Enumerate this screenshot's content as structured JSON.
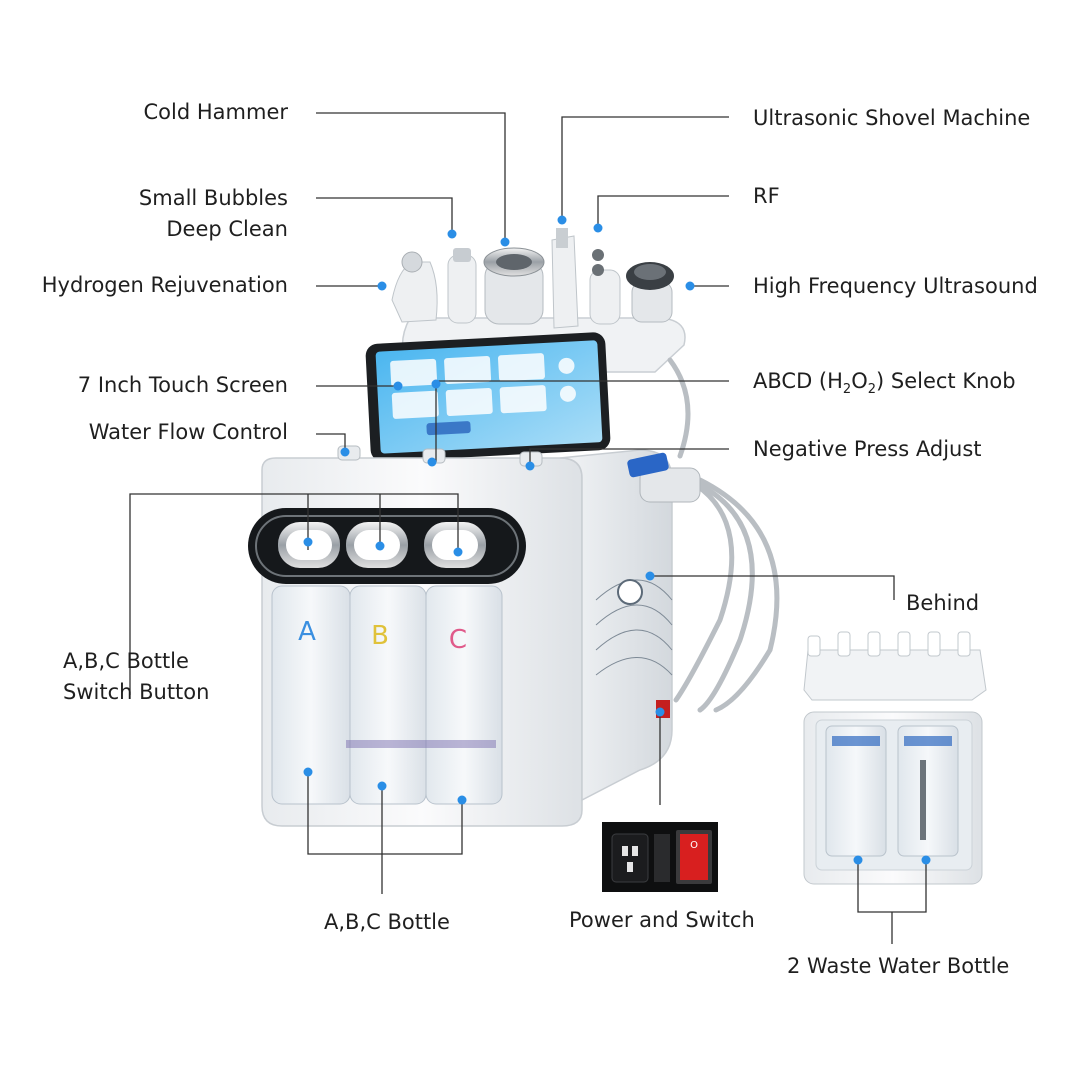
{
  "labels": {
    "cold_hammer": "Cold Hammer",
    "small_bubbles_1": "Small Bubbles",
    "small_bubbles_2": "Deep Clean",
    "hydrogen": "Hydrogen Rejuvenation",
    "touch_screen": "7 Inch Touch Screen",
    "water_flow": "Water Flow Control",
    "abc_switch_1": "A,B,C  Bottle",
    "abc_switch_2": "Switch Button",
    "abc_bottle": "A,B,C  Bottle",
    "ultrasonic": "Ultrasonic Shovel Machine",
    "rf": "RF",
    "hf_ultrasound": "High Frequency Ultrasound",
    "select_knob": {
      "pre": "ABCD (H",
      "sub1": "2",
      "mid": "O",
      "sub2": "2",
      "post": ") Select Knob"
    },
    "negative_press": "Negative Press Adjust",
    "behind": "Behind",
    "power_switch": "Power and Switch",
    "waste_bottle": "2 Waste Water Bottle"
  },
  "bottle_letters": {
    "a": "A",
    "b": "B",
    "c": "C"
  },
  "colors": {
    "leader_line": "#333333",
    "dot": "#2a8ee6",
    "bottle_a": "#3a8fe0",
    "bottle_b": "#e0c23a",
    "bottle_c": "#e05a8a",
    "switch_red": "#d81f1f"
  }
}
